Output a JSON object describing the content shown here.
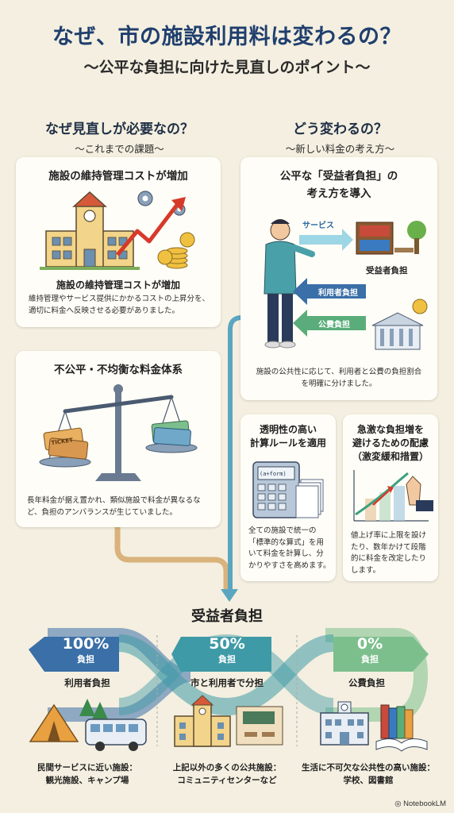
{
  "header": {
    "title": "なぜ、市の施設利用料は変わるの？",
    "subtitle": "〜公平な負担に向けた見直しのポイント〜"
  },
  "left_column": {
    "heading": "なぜ見直しが必要なの？",
    "subheading": "〜これまでの課題〜",
    "card1": {
      "title": "施設の維持管理コストが増加",
      "caption": "施設の維持管理コストが増加",
      "body": "維持管理やサービス提供にかかるコストの上昇分を、適切に料金へ反映させる必要がありました。"
    },
    "card2": {
      "title": "不公平・不均衡な料金体系",
      "ticket_text": "TICKET",
      "body": "長年料金が据え置かれ、類似施設で料金が異なるなど、負担のアンバランスが生じていました。"
    }
  },
  "right_column": {
    "heading": "どう変わるの？",
    "subheading": "〜新しい料金の考え方〜",
    "card1": {
      "title_line1": "公平な「受益者負担」の",
      "title_line2": "考え方を導入",
      "service_label": "サービス",
      "beneficiary_label": "受益者負担",
      "user_burden_label": "利用者負担",
      "public_burden_label": "公費負担",
      "body": "施設の公共性に応じて、利用者と公費の負担割合を明確に分けました。"
    },
    "card2": {
      "title_line1": "透明性の高い",
      "title_line2": "計算ルールを適用",
      "formula_text": "(a+form)",
      "body": "全ての施設で統一の「標準的な算式」を用いて料金を計算し、分かりやすさを高めます。"
    },
    "card3": {
      "title_line1": "急激な負担増を",
      "title_line2": "避けるための配慮",
      "title_line3": "（激変緩和措置）",
      "body": "値上げ率に上限を設けたり、数年かけて段階的に料金を改定したりします。"
    }
  },
  "bottom": {
    "section_title": "受益者負担",
    "levels": [
      {
        "percent": "100%",
        "label": "負担",
        "category": "利用者負担",
        "desc_line1": "民間サービスに近い施設：",
        "desc_line2": "観光施設、キャンプ場"
      },
      {
        "percent": "50%",
        "label": "負担",
        "category": "市と利用者で分担",
        "desc_line1": "上記以外の多くの公共施設：",
        "desc_line2": "コミュニティセンターなど"
      },
      {
        "percent": "0%",
        "label": "負担",
        "category": "公費負担",
        "desc_line1": "生活に不可欠な公共性の高い施設：",
        "desc_line2": "学校、図書館"
      }
    ]
  },
  "footer": {
    "brand": "NotebookLM"
  },
  "colors": {
    "background": "#f4efe0",
    "title_blue": "#1f3f6e",
    "band_blue": "#3a6fa8",
    "band_teal": "#3e9aa6",
    "band_green": "#7cbf8d",
    "flow_tan": "#d9b27c",
    "flow_teal": "#5aa6c0"
  },
  "icons": [
    "building-icon",
    "gear-icon",
    "rising-arrow-icon",
    "coins-icon",
    "balance-scale-icon",
    "ticket-icon",
    "person-icon",
    "bookshelf-icon",
    "tree-icon",
    "government-building-icon",
    "calculator-icon",
    "documents-icon",
    "hand-stop-icon",
    "tent-icon",
    "bus-icon",
    "school-icon",
    "classroom-icon",
    "books-icon",
    "notebooklm-logo-icon"
  ]
}
